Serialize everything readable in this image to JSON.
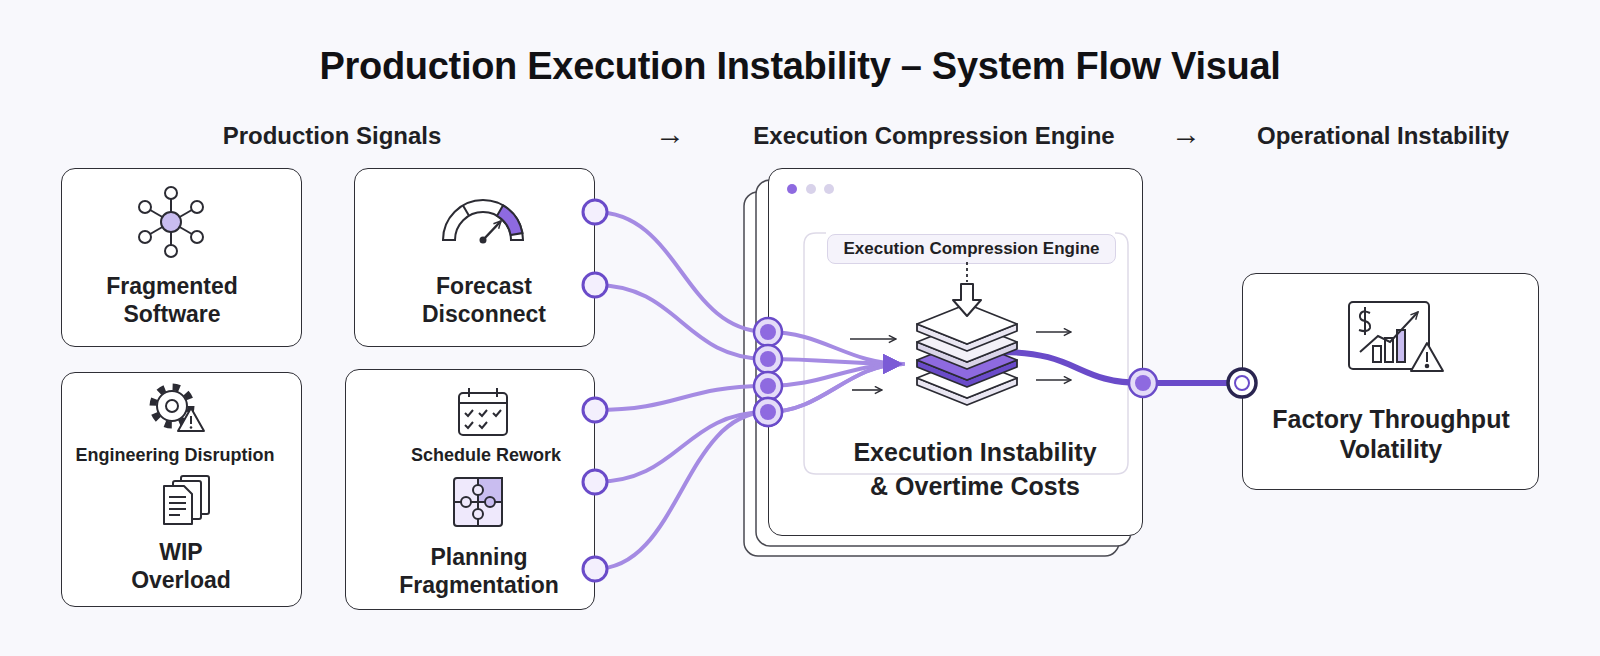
{
  "diagram": {
    "title": "Production Execution Instability – System Flow Visual",
    "nodes": [
      {
        "text": [
          "Fragmented Software"
        ]
      },
      {
        "text": [
          "Forecast Disconnect"
        ]
      },
      {
        "text": [
          "Engineering Disruption",
          "WIP Overload"
        ]
      },
      {
        "text": [
          "Schedule Rework",
          "Planning Fragmentation"
        ]
      },
      {
        "text": [
          "Execution Instability & Overtime Costs"
        ]
      },
      {
        "text": [
          "Execution Compression Engine"
        ],
        "in": 4
      },
      {
        "text": [
          "Factory Throughput Volatility"
        ]
      }
    ],
    "edges": [
      {
        "from": 1,
        "to": 4,
        "arrow": "to"
      },
      {
        "from": 1,
        "to": 4,
        "arrow": "to"
      },
      {
        "from": 3,
        "to": 4,
        "arrow": "to"
      },
      {
        "from": 3,
        "to": 4,
        "arrow": "to"
      },
      {
        "from": 3,
        "to": 4,
        "arrow": "to"
      },
      {
        "from": 4,
        "to": 6,
        "arrow": "none"
      }
    ],
    "labels": [
      "Production Signals",
      "→",
      "Execution Compression Engine",
      "→",
      "Operational Instability"
    ]
  }
}
